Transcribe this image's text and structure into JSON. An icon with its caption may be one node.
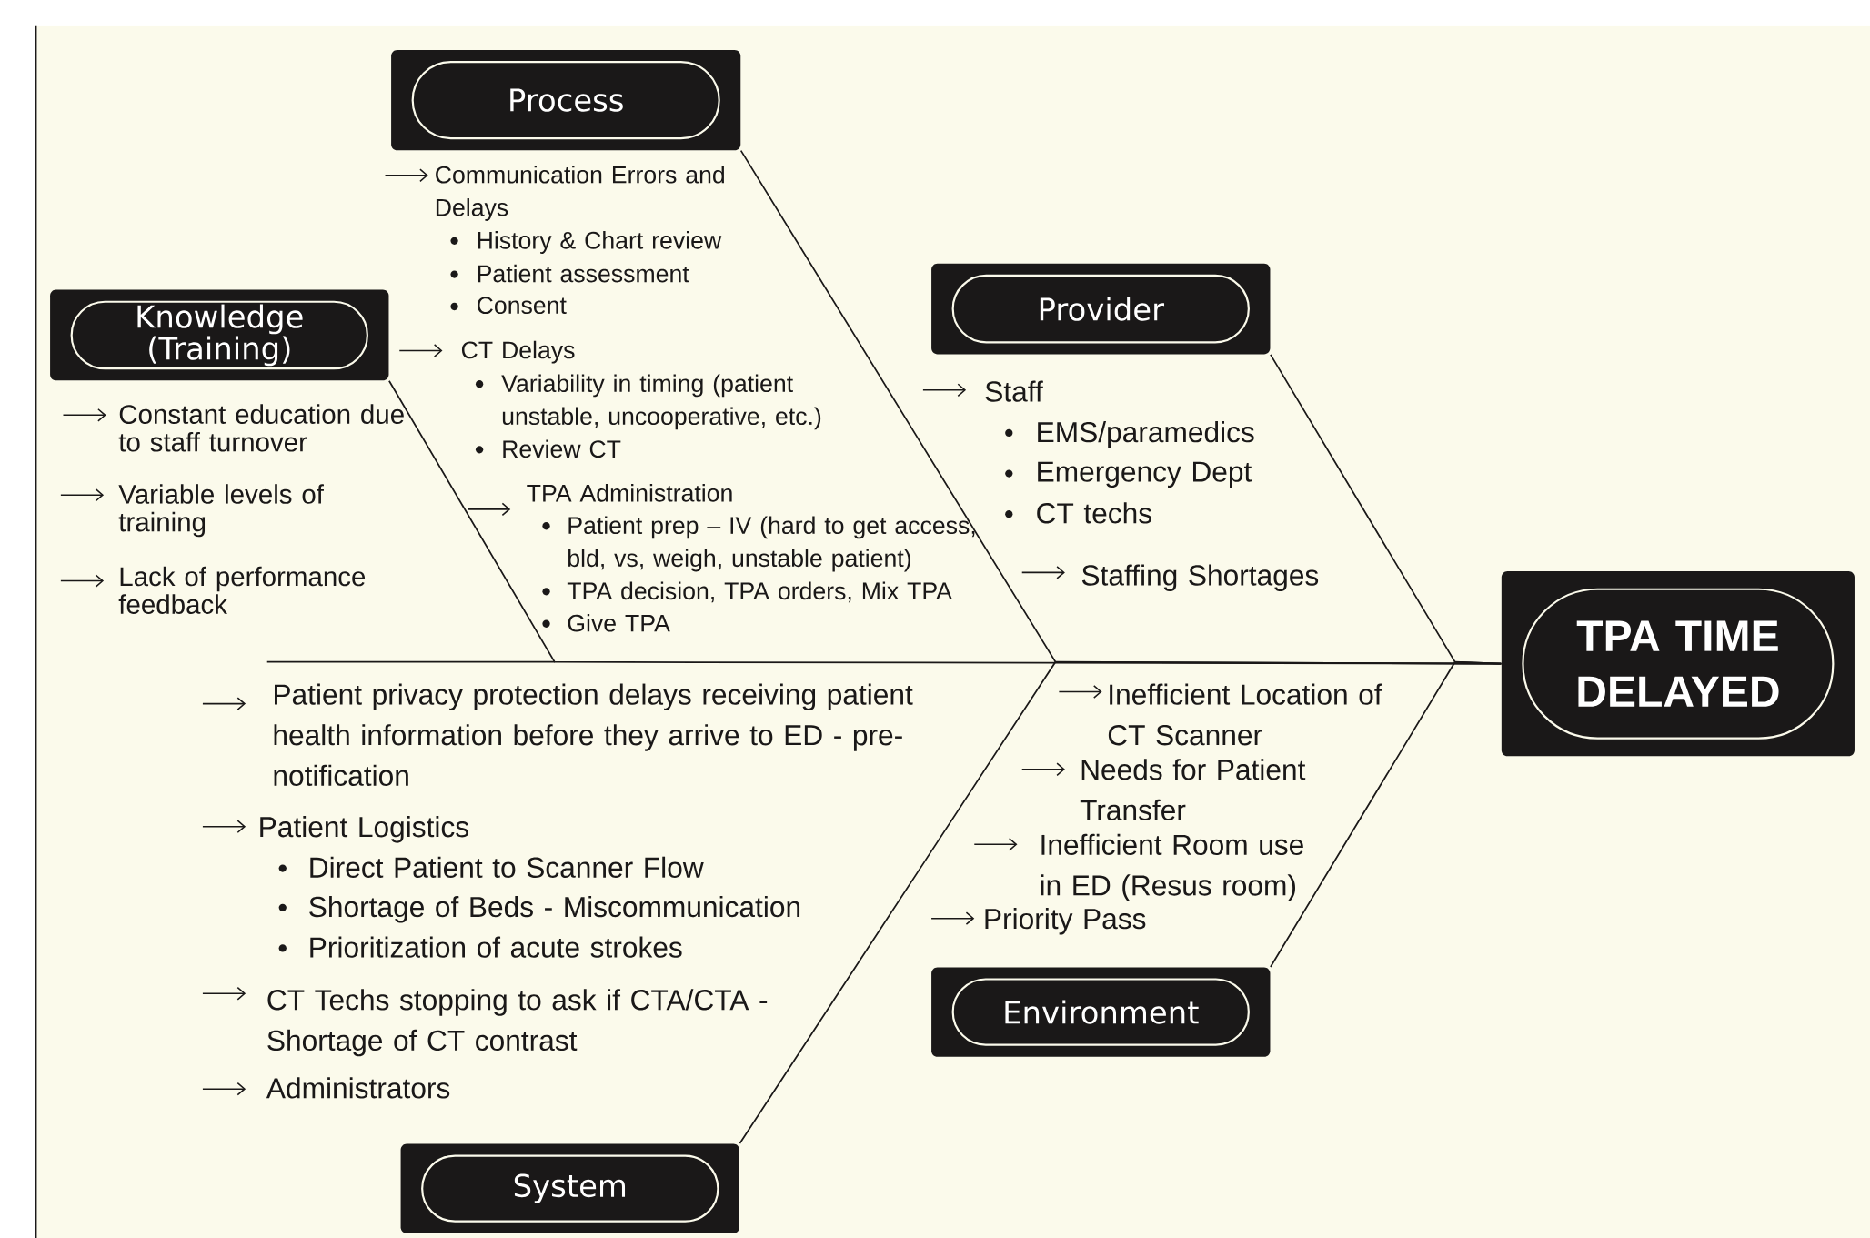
{
  "diagram": {
    "nodes": [
      {
        "text": [
          "Process"
        ]
      },
      {
        "text": [
          "Knowledge (Training)"
        ]
      },
      {
        "text": [
          "Provider"
        ]
      },
      {
        "text": [
          "TPA TIME DELAYED"
        ]
      },
      {
        "text": [
          "Environment"
        ]
      },
      {
        "text": [
          "System"
        ]
      }
    ],
    "edges": [
      {
        "from": 1,
        "to": 3,
        "arrow": "none"
      },
      {
        "from": 0,
        "to": 3,
        "arrow": "none"
      },
      {
        "from": 2,
        "to": 3,
        "arrow": "none"
      },
      {
        "from": 5,
        "to": 3,
        "arrow": "none"
      },
      {
        "from": 4,
        "to": 3,
        "arrow": "none"
      }
    ],
    "labels": [
      "Communication Errors and Delays",
      "History & Chart review",
      "Patient assessment",
      "Consent",
      "CT Delays",
      "Variability in timing (patient unstable, uncooperative, etc.)",
      "Review CT",
      "TPA Administration",
      "Patient prep – IV (hard to get access, bld, vs, weigh, unstable patient)",
      "TPA decision, TPA orders, Mix TPA",
      "Give TPA",
      "Constant education due to staff turnover",
      "Variable levels of training",
      "Lack of performance feedback",
      "Staff",
      "EMS/paramedics",
      "Emergency Dept",
      "CT techs",
      "Staffing Shortages",
      "Patient privacy protection delays receiving patient health information before they arrive to ED - pre-notification",
      "Patient Logistics",
      "Direct Patient to Scanner Flow",
      "Shortage of Beds - Miscommunication",
      "Prioritization of acute strokes",
      "CT Techs stopping to ask if CTA/CTA - Shortage of CT contrast",
      "Administrators",
      "Inefficient Location of CT Scanner",
      "Needs for Patient Transfer",
      "Inefficient Room use in ED (Resus room)",
      "Priority Pass"
    ]
  }
}
